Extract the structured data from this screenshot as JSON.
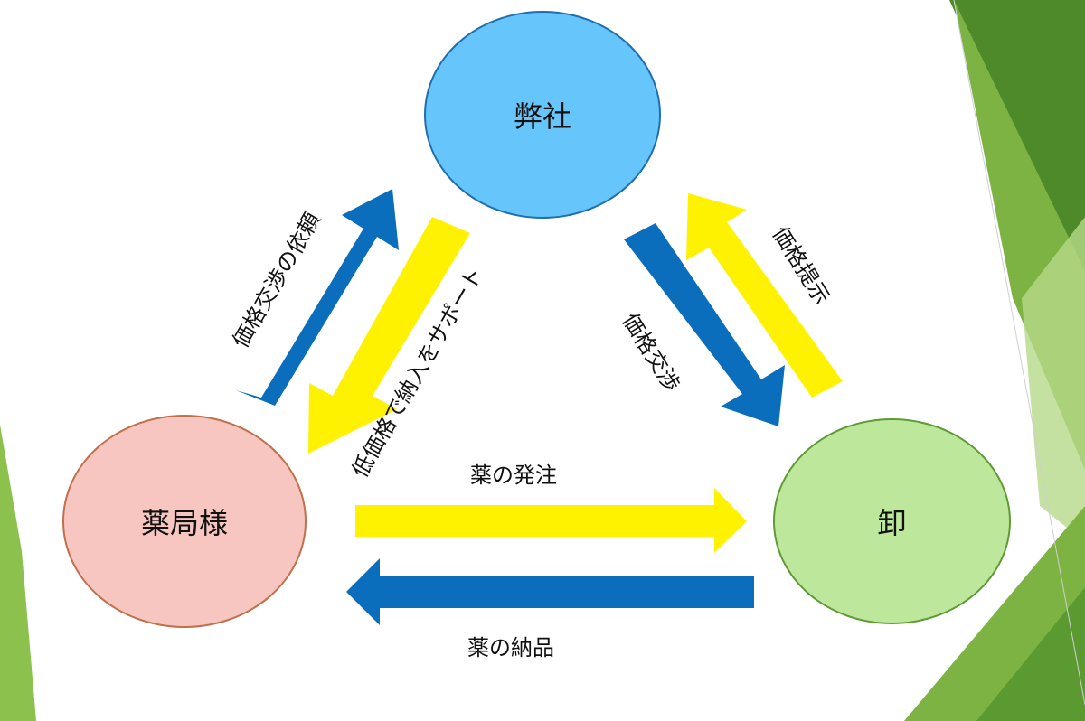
{
  "nodes": {
    "company": {
      "label": "弊社",
      "fill": "#66c5fb",
      "stroke": "#1f6fb0"
    },
    "pharmacy": {
      "label": "薬局様",
      "fill": "#f7c6c1",
      "stroke": "#c0704a"
    },
    "wholesaler": {
      "label": "卸",
      "fill": "#bde89c",
      "stroke": "#5f9a36"
    }
  },
  "edges": {
    "price_negotiation_request": {
      "label": "価格交渉の依頼",
      "color": "#0a6ebd"
    },
    "low_price_support": {
      "label": "低価格で納入をサポート",
      "color": "#fff200"
    },
    "price_negotiation": {
      "label": "価格交渉",
      "color": "#0a6ebd"
    },
    "price_offer": {
      "label": "価格提示",
      "color": "#fff200"
    },
    "drug_order": {
      "label": "薬の発注",
      "color": "#fff200"
    },
    "drug_delivery": {
      "label": "薬の納品",
      "color": "#0a6ebd"
    }
  },
  "theme": {
    "accent_green": "#7cb342",
    "accent_green_dark": "#4e8a2a",
    "accent_green_light": "#b7d98a"
  }
}
